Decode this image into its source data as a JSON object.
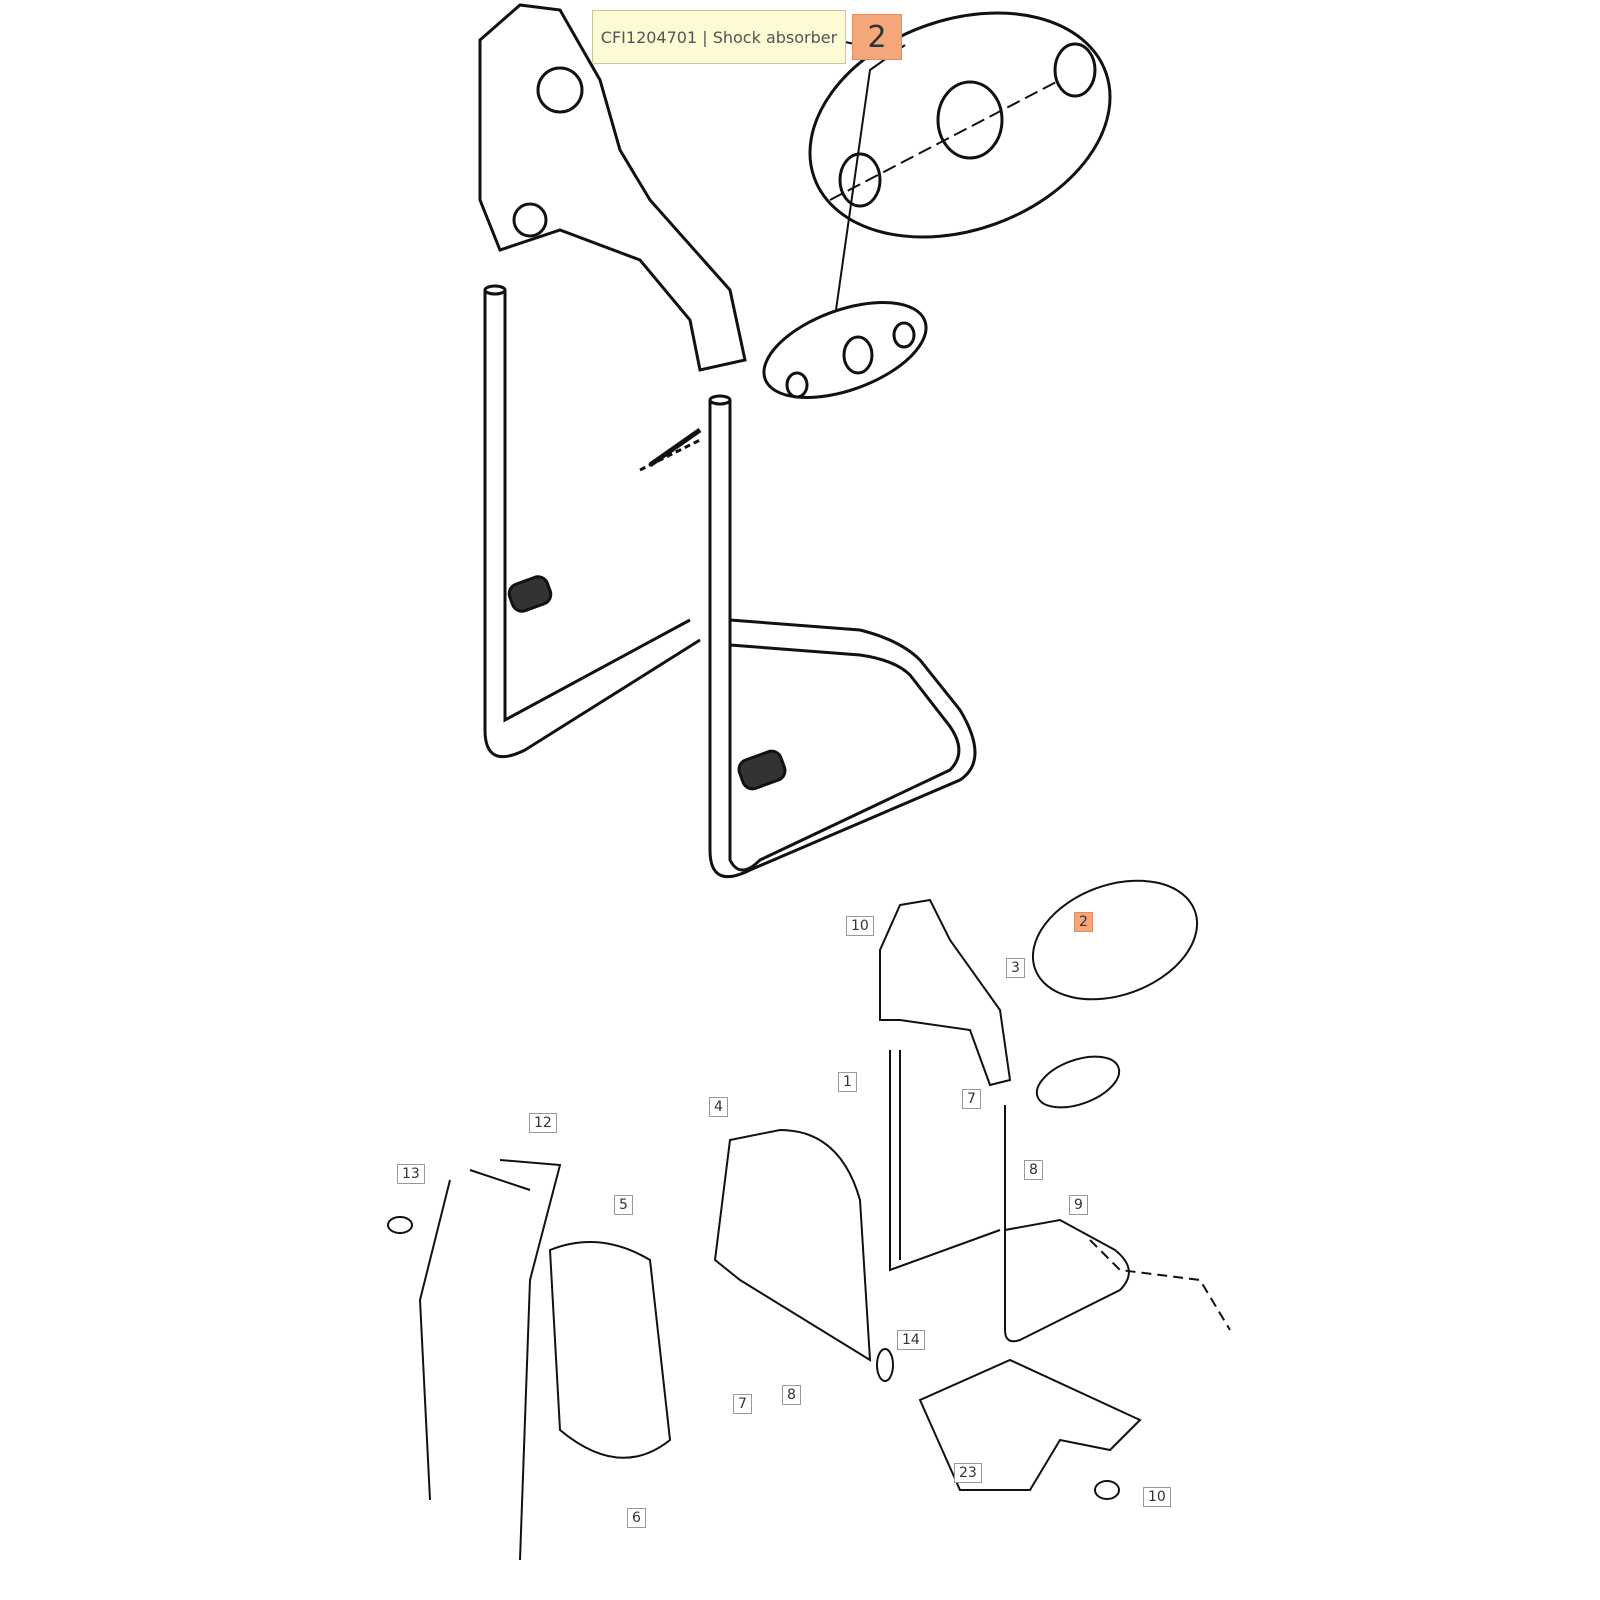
{
  "tooltip": {
    "text": "CFI1204701 | Shock absorber"
  },
  "zoomed_callout": "2",
  "callouts": [
    {
      "label": "10",
      "highlight": false
    },
    {
      "label": "3",
      "highlight": false
    },
    {
      "label": "2",
      "highlight": true
    },
    {
      "label": "1",
      "highlight": false
    },
    {
      "label": "7",
      "highlight": false
    },
    {
      "label": "4",
      "highlight": false
    },
    {
      "label": "12",
      "highlight": false
    },
    {
      "label": "13",
      "highlight": false
    },
    {
      "label": "8",
      "highlight": false
    },
    {
      "label": "9",
      "highlight": false
    },
    {
      "label": "5",
      "highlight": false
    },
    {
      "label": "14",
      "highlight": false
    },
    {
      "label": "7",
      "highlight": false
    },
    {
      "label": "8",
      "highlight": false
    },
    {
      "label": "23",
      "highlight": false
    },
    {
      "label": "10",
      "highlight": false
    },
    {
      "label": "6",
      "highlight": false
    }
  ]
}
